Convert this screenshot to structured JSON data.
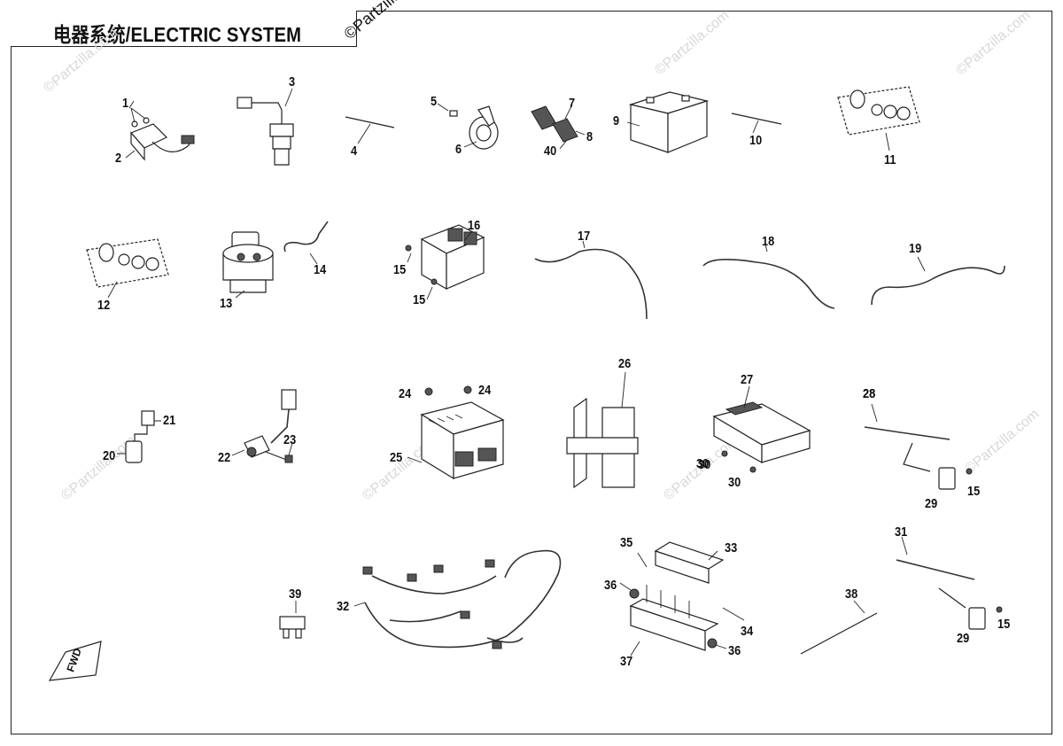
{
  "diagram": {
    "title": "电器系统/ELECTRIC SYSTEM",
    "watermark": "©Partzilla.com",
    "fwd_label": "FWD",
    "callouts": [
      "1",
      "2",
      "3",
      "4",
      "5",
      "6",
      "7",
      "8",
      "40",
      "9",
      "10",
      "11",
      "12",
      "13",
      "14",
      "15",
      "16",
      "17",
      "18",
      "19",
      "20",
      "21",
      "22",
      "23",
      "24",
      "25",
      "26",
      "27",
      "28",
      "29",
      "30",
      "31",
      "32",
      "33",
      "34",
      "35",
      "36",
      "37",
      "38",
      "39"
    ]
  }
}
